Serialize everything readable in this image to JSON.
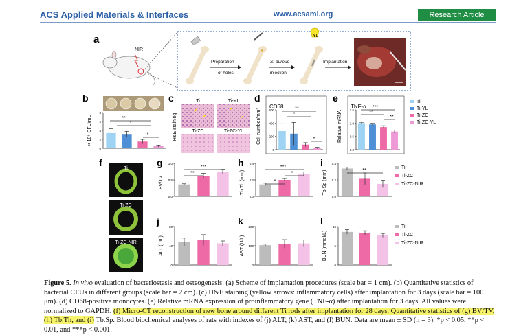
{
  "header": {
    "journal": "ACS Applied Materials & Interfaces",
    "site": "www.acsami.org",
    "badge": "Research Article"
  },
  "colors": {
    "ti": "#9ed3f3",
    "ti_yl": "#4e8fd6",
    "ti_zc": "#ee6aa7",
    "ti_zc_yl": "#ee9ad6",
    "ti_grey": "#bcbcbc",
    "ti_zc_nir": "#f4c2e6",
    "journal_blue": "#2b5fa6",
    "badge_green": "#1f8d44"
  },
  "panel_a": {
    "label": "a",
    "nir": "NIR",
    "steps": [
      "Preparation",
      "of holes",
      "S. aureus",
      "injection",
      "Implantation"
    ],
    "yl": "YL"
  },
  "panel_b": {
    "label": "b",
    "ylabel": "× 10⁸ CFU/mL",
    "yticks": [
      "0",
      "2",
      "4",
      "6",
      "8"
    ],
    "sig": [
      "**",
      "*",
      "*"
    ],
    "chart_data": {
      "type": "bar",
      "categories": [
        "Ti",
        "Ti-YL",
        "Ti-ZC",
        "Ti-ZC-YL"
      ],
      "values": [
        3.4,
        3.2,
        1.5,
        0.5
      ],
      "errors": [
        1.0,
        0.6,
        0.5,
        0.2
      ],
      "ylim": [
        0,
        8
      ]
    }
  },
  "panel_c": {
    "label": "c",
    "ylabel": "H&E staining",
    "labels": [
      "Ti",
      "Ti-YL",
      "Ti-ZC",
      "Ti-ZC-YL"
    ]
  },
  "panel_d": {
    "label": "d",
    "title": "CD68",
    "ylabel": "Cell number/mm²",
    "yticks": [
      "0",
      "200",
      "400",
      "600"
    ],
    "sig": [
      "**",
      "*",
      "*"
    ],
    "chart_data": {
      "type": "bar",
      "categories": [
        "Ti",
        "Ti-YL",
        "Ti-ZC",
        "Ti-ZC-YL"
      ],
      "values": [
        280,
        240,
        75,
        25
      ],
      "errors": [
        110,
        170,
        30,
        10
      ],
      "ylim": [
        0,
        600
      ]
    }
  },
  "panel_e": {
    "label": "e",
    "title": "TNF-α",
    "ylabel": "Relative mRNA",
    "yticks": [
      "0.0",
      "0.5",
      "1.0",
      "1.5"
    ],
    "sig": [
      "***",
      "**",
      "**"
    ],
    "legend": [
      "Ti",
      "Ti-YL",
      "Ti-ZC",
      "Ti-ZC-YL"
    ],
    "chart_data": {
      "type": "bar",
      "categories": [
        "Ti",
        "Ti-YL",
        "Ti-ZC",
        "Ti-ZC-YL"
      ],
      "values": [
        1.0,
        0.95,
        0.85,
        0.68
      ],
      "errors": [
        0.03,
        0.04,
        0.05,
        0.06
      ],
      "ylim": [
        0,
        1.5
      ]
    }
  },
  "panel_f": {
    "label": "f",
    "labels": [
      "Ti",
      "Ti-ZC",
      "Ti-ZC-NIR"
    ]
  },
  "panel_g": {
    "label": "g",
    "ylabel": "BV/TV",
    "yticks": [
      "0.0",
      "0.5",
      "1.0"
    ],
    "sig": [
      "***",
      "**"
    ],
    "chart_data": {
      "type": "bar",
      "categories": [
        "Ti",
        "Ti-ZC",
        "Ti-ZC-NIR"
      ],
      "values": [
        0.36,
        0.62,
        0.75
      ],
      "errors": [
        0.02,
        0.08,
        0.07
      ],
      "ylim": [
        0,
        1.0
      ]
    }
  },
  "panel_h": {
    "label": "h",
    "ylabel": "Tb.Th (mm)",
    "yticks": [
      "0.0",
      "0.2",
      "0.4"
    ],
    "sig": [
      "***",
      "*",
      "*"
    ],
    "chart_data": {
      "type": "bar",
      "categories": [
        "Ti",
        "Ti-ZC",
        "Ti-ZC-NIR"
      ],
      "values": [
        0.18,
        0.25,
        0.34
      ],
      "errors": [
        0.02,
        0.02,
        0.03
      ],
      "ylim": [
        0,
        0.5
      ]
    }
  },
  "panel_i": {
    "label": "i",
    "ylabel": "Tb.Sp (mm)",
    "yticks": [
      "0.0",
      "0.2",
      "0.4"
    ],
    "sig": [
      "**"
    ],
    "legend": [
      "Ti",
      "Ti-ZC",
      "Ti-ZC-NIR"
    ],
    "chart_data": {
      "type": "bar",
      "categories": [
        "Ti",
        "Ti-ZC",
        "Ti-ZC-NIR"
      ],
      "values": [
        0.38,
        0.24,
        0.17
      ],
      "errors": [
        0.02,
        0.08,
        0.05
      ],
      "ylim": [
        0,
        0.45
      ]
    }
  },
  "panel_j": {
    "label": "j",
    "ylabel": "ALT (U/L)",
    "yticks": [
      "0",
      "40",
      "80"
    ],
    "chart_data": {
      "type": "bar",
      "categories": [
        "Ti",
        "Ti-ZC",
        "Ti-ZC-NIR"
      ],
      "values": [
        48,
        52,
        45
      ],
      "errors": [
        8,
        11,
        5
      ],
      "ylim": [
        0,
        80
      ]
    }
  },
  "panel_k": {
    "label": "k",
    "ylabel": "AST (U/L)",
    "yticks": [
      "0",
      "100",
      "200"
    ],
    "chart_data": {
      "type": "bar",
      "categories": [
        "Ti",
        "Ti-ZC",
        "Ti-ZC-NIR"
      ],
      "values": [
        103,
        110,
        112
      ],
      "errors": [
        5,
        22,
        18
      ],
      "ylim": [
        0,
        200
      ]
    }
  },
  "panel_l": {
    "label": "l",
    "ylabel": "BUN (mmol/L)",
    "yticks": [
      "0",
      "5",
      "10"
    ],
    "legend": [
      "Ti",
      "Ti-ZC",
      "Ti-ZC-NIR"
    ],
    "chart_data": {
      "type": "bar",
      "categories": [
        "Ti",
        "Ti-ZC",
        "Ti-ZC-NIR"
      ],
      "values": [
        8.6,
        8.3,
        7.7
      ],
      "errors": [
        0.6,
        0.6,
        0.5
      ],
      "ylim": [
        0,
        10
      ]
    }
  },
  "caption": {
    "p1": "Figure 5. ",
    "p2": "In vivo",
    "p3": " evaluation of bacteriostasis and osteogenesis. (a) Scheme of implantation procedures (scale bar = 1 cm). (b) Quantitative statistics of bacterial CFUs in different groups (scale bar = 2 cm). (c) H&E staining (yellow arrows: inflammatory cells) after implantation for 3 days (scale bar = 100 μm). (d) CD68-positive monocytes. (e) Relative mRNA expression of proinflammatory gene (TNF-α) after implantation for 3 days. All values were normalized to GAPDH. ",
    "hl": "(f) Micro-CT reconstruction of new bone around different Ti rods after implantation for 28 days. Quantitative statistics of (g) BV/TV, (h) Tb.Th, and (i)",
    "p4": " Tb.Sp. Blood biochemical analyses of rats with indexes of (j) ALT, (k) AST, and (l) BUN. Data are mean ± SD (n = 3). *p < 0.05, **p < 0.01, and ***p < 0.001."
  }
}
